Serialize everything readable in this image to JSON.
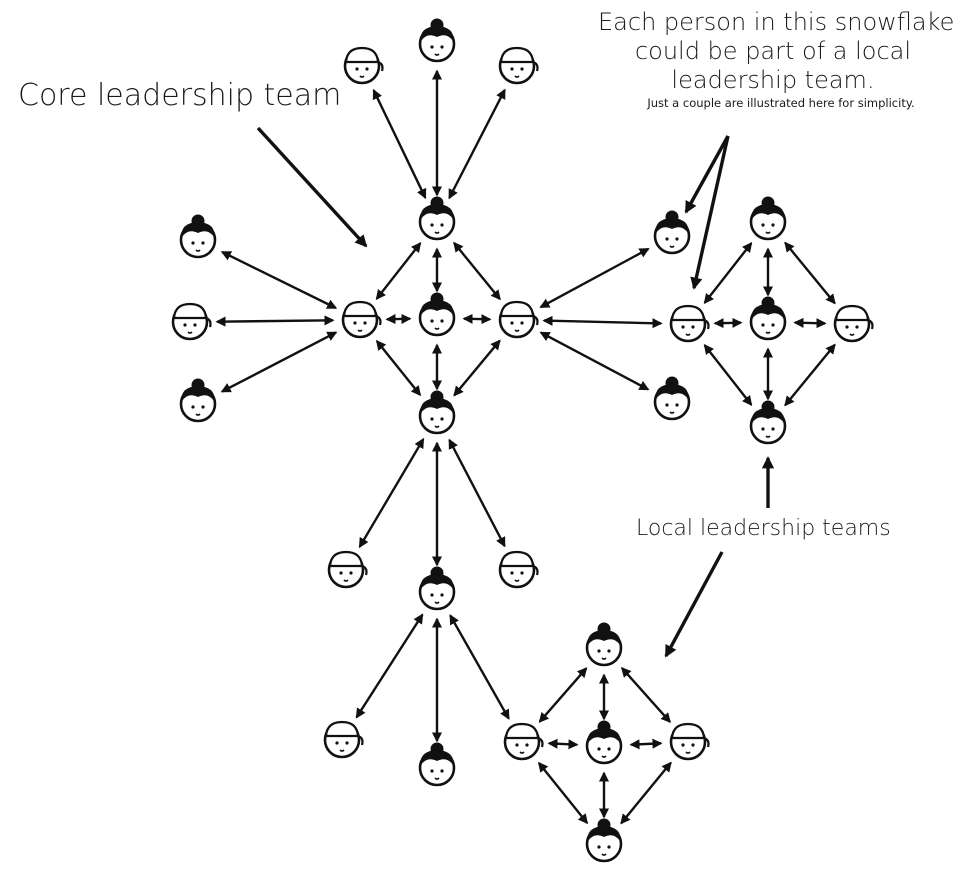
{
  "labels": {
    "core_team": "Core leadership team",
    "snowflake_line1": "Each person in this snowflake",
    "snowflake_line2": "could be part of a local",
    "snowflake_line3": "leadership team.",
    "snowflake_note": "Just a couple are illustrated here for simplicity.",
    "local_teams": "Local leadership teams"
  },
  "people": [
    {
      "id": "top-left",
      "type": "cap"
    },
    {
      "id": "top-center",
      "type": "bun"
    },
    {
      "id": "top-right",
      "type": "cap"
    },
    {
      "id": "core-top",
      "type": "bun"
    },
    {
      "id": "core-left",
      "type": "cap"
    },
    {
      "id": "core-center",
      "type": "bun"
    },
    {
      "id": "core-right",
      "type": "cap"
    },
    {
      "id": "core-bottom",
      "type": "bun"
    },
    {
      "id": "left-top",
      "type": "bun"
    },
    {
      "id": "left-middle",
      "type": "cap"
    },
    {
      "id": "left-bottom",
      "type": "bun"
    },
    {
      "id": "right-outer-top",
      "type": "bun"
    },
    {
      "id": "right-outer-bottom",
      "type": "bun"
    },
    {
      "id": "local-right-left",
      "type": "cap"
    },
    {
      "id": "local-right-top",
      "type": "bun"
    },
    {
      "id": "local-right-center",
      "type": "bun"
    },
    {
      "id": "local-right-right",
      "type": "cap"
    },
    {
      "id": "local-right-bottom",
      "type": "bun"
    },
    {
      "id": "bottom-left",
      "type": "cap"
    },
    {
      "id": "bottom-center",
      "type": "bun"
    },
    {
      "id": "bottom-right",
      "type": "cap"
    },
    {
      "id": "lower-left",
      "type": "cap"
    },
    {
      "id": "lower-center",
      "type": "bun"
    },
    {
      "id": "local-bottom-left",
      "type": "cap"
    },
    {
      "id": "local-bottom-top",
      "type": "bun"
    },
    {
      "id": "local-bottom-center",
      "type": "bun"
    },
    {
      "id": "local-bottom-right",
      "type": "cap"
    },
    {
      "id": "local-bottom-bottom",
      "type": "bun"
    }
  ],
  "connections": [
    [
      "top-left",
      "core-top"
    ],
    [
      "top-center",
      "core-top"
    ],
    [
      "top-right",
      "core-top"
    ],
    [
      "core-top",
      "core-left"
    ],
    [
      "core-top",
      "core-center"
    ],
    [
      "core-top",
      "core-right"
    ],
    [
      "core-left",
      "core-center"
    ],
    [
      "core-center",
      "core-right"
    ],
    [
      "core-left",
      "core-bottom"
    ],
    [
      "core-center",
      "core-bottom"
    ],
    [
      "core-right",
      "core-bottom"
    ],
    [
      "left-top",
      "core-left"
    ],
    [
      "left-middle",
      "core-left"
    ],
    [
      "left-bottom",
      "core-left"
    ],
    [
      "core-right",
      "right-outer-top"
    ],
    [
      "core-right",
      "local-right-left"
    ],
    [
      "core-right",
      "right-outer-bottom"
    ],
    [
      "local-right-left",
      "local-right-top"
    ],
    [
      "local-right-left",
      "local-right-center"
    ],
    [
      "local-right-left",
      "local-right-bottom"
    ],
    [
      "local-right-top",
      "local-right-center"
    ],
    [
      "local-right-top",
      "local-right-right"
    ],
    [
      "local-right-center",
      "local-right-right"
    ],
    [
      "local-right-center",
      "local-right-bottom"
    ],
    [
      "local-right-right",
      "local-right-bottom"
    ],
    [
      "core-bottom",
      "bottom-left"
    ],
    [
      "core-bottom",
      "bottom-center"
    ],
    [
      "core-bottom",
      "bottom-right"
    ],
    [
      "bottom-center",
      "lower-left"
    ],
    [
      "bottom-center",
      "lower-center"
    ],
    [
      "bottom-center",
      "local-bottom-left"
    ],
    [
      "local-bottom-left",
      "local-bottom-top"
    ],
    [
      "local-bottom-left",
      "local-bottom-center"
    ],
    [
      "local-bottom-left",
      "local-bottom-bottom"
    ],
    [
      "local-bottom-top",
      "local-bottom-center"
    ],
    [
      "local-bottom-top",
      "local-bottom-right"
    ],
    [
      "local-bottom-center",
      "local-bottom-right"
    ],
    [
      "local-bottom-center",
      "local-bottom-bottom"
    ],
    [
      "local-bottom-right",
      "local-bottom-bottom"
    ]
  ]
}
